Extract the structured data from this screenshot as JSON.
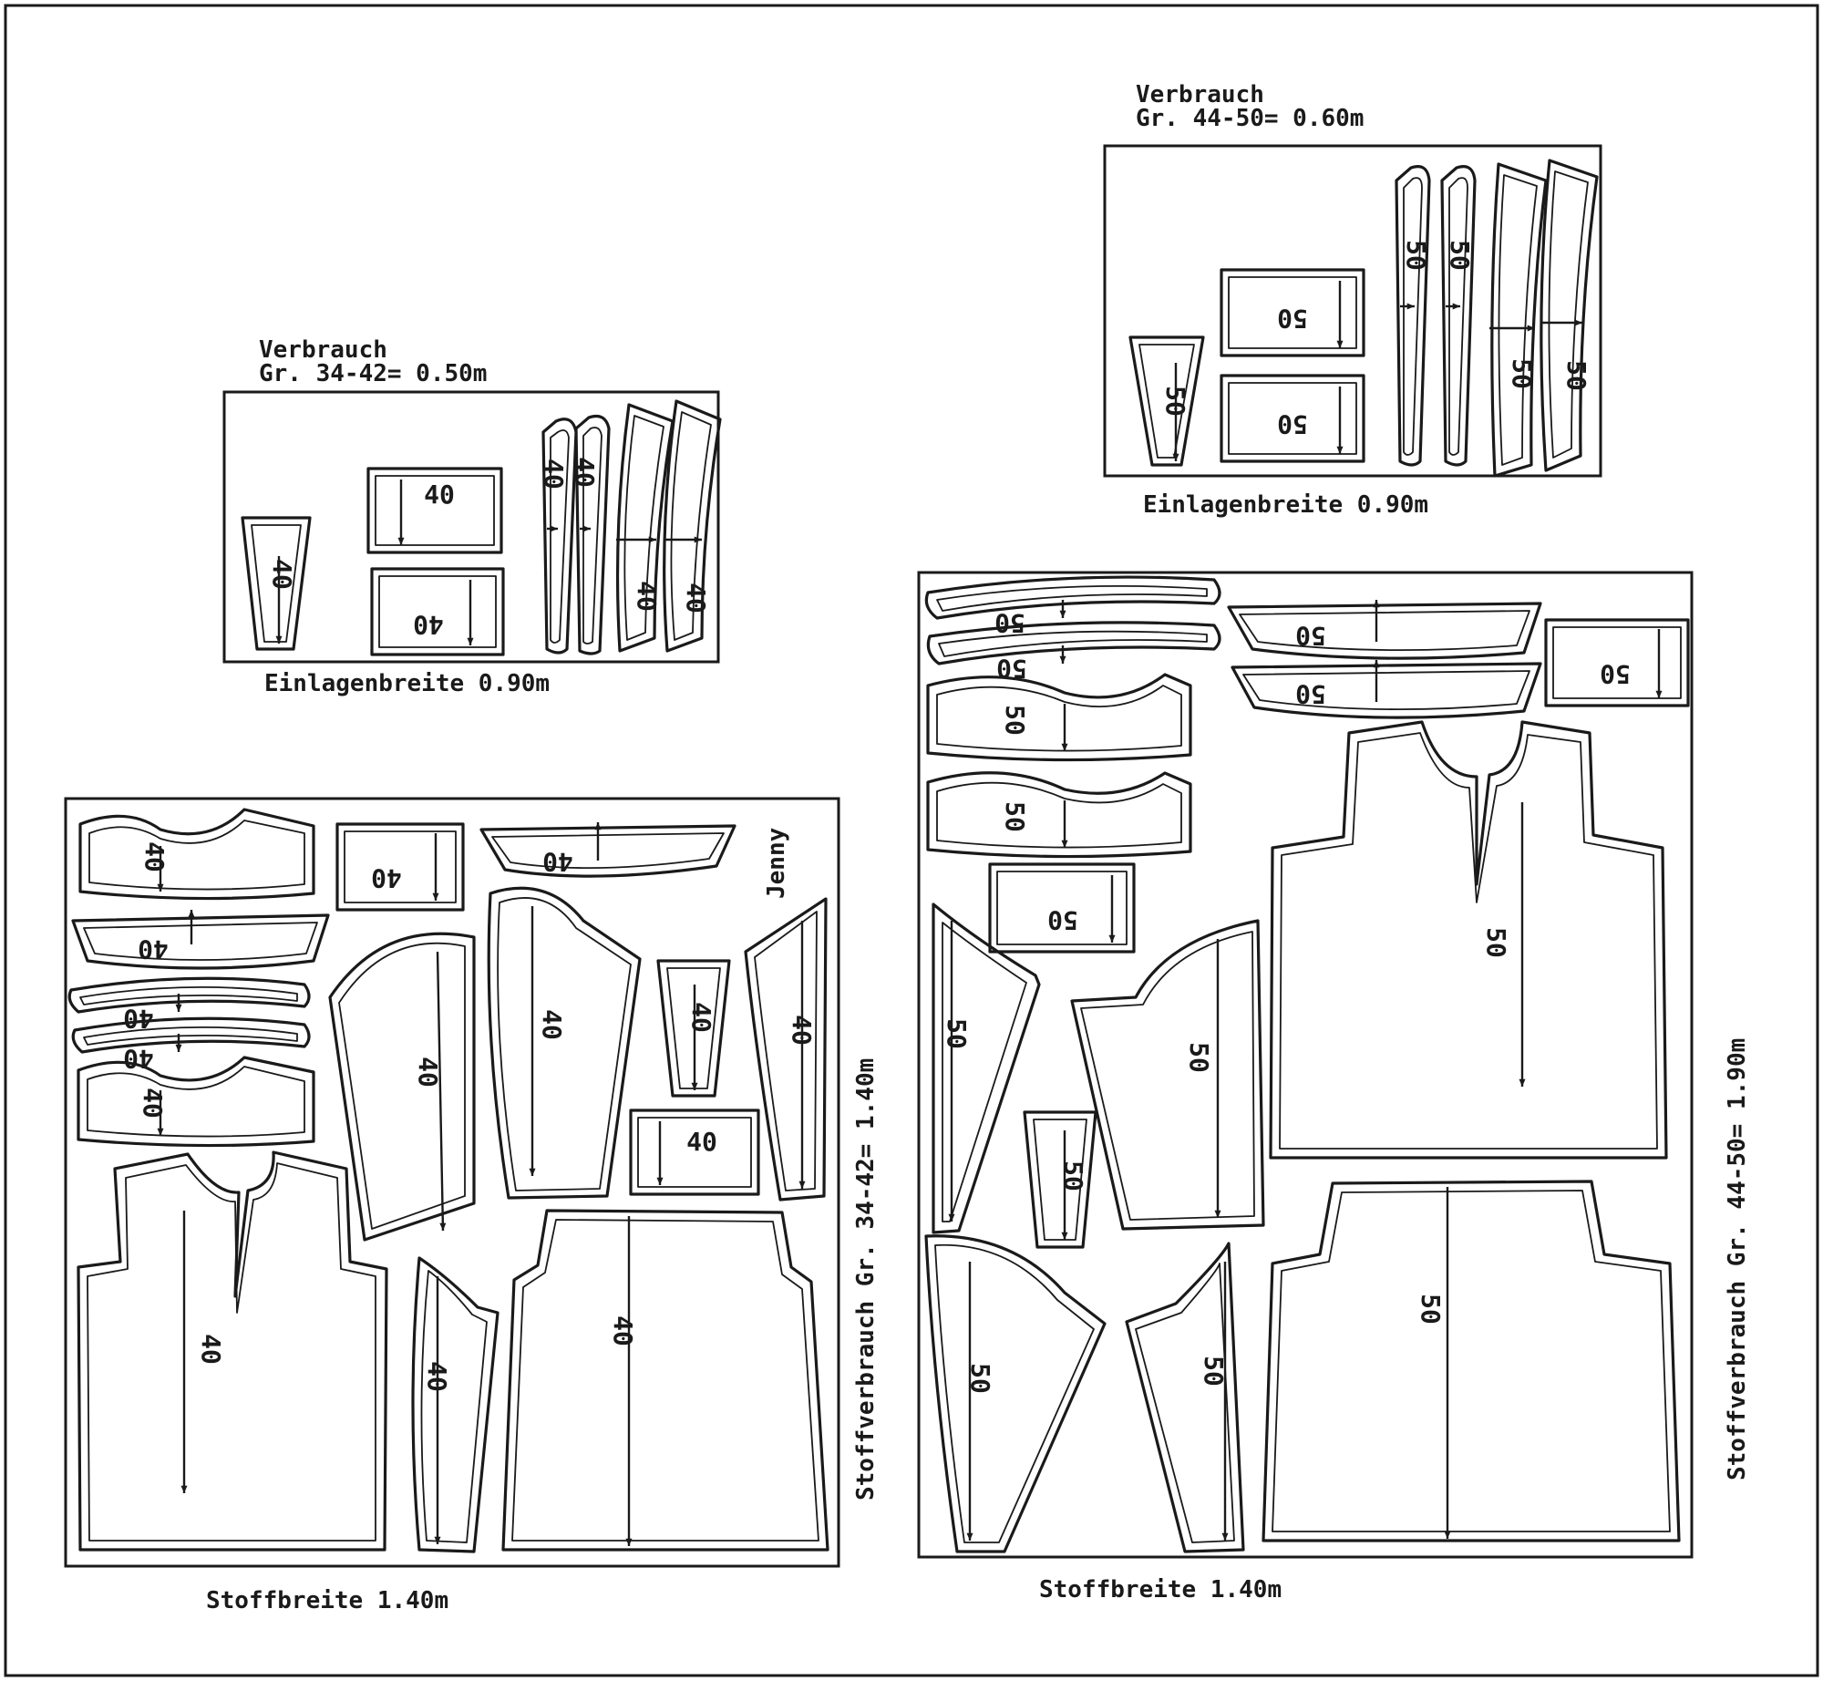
{
  "colors": {
    "ink": "#1a1a1a",
    "background": "#ffffff"
  },
  "interfacing_small": {
    "consumption_title": "Verbrauch",
    "consumption_value": "Gr. 34-42= 0.50m",
    "width_label": "Einlagenbreite 0.90m",
    "size": "40"
  },
  "interfacing_large": {
    "consumption_title": "Verbrauch",
    "consumption_value": "Gr. 44-50= 0.60m",
    "width_label": "Einlagenbreite 0.90m",
    "size": "50"
  },
  "fabric_small": {
    "name": "Jenny",
    "consumption_label": "Stoffverbrauch Gr. 34-42= 1.40m",
    "width_label": "Stoffbreite 1.40m",
    "size": "40"
  },
  "fabric_large": {
    "consumption_label": "Stoffverbrauch Gr. 44-50= 1.90m",
    "width_label": "Stoffbreite 1.40m",
    "size": "50"
  }
}
